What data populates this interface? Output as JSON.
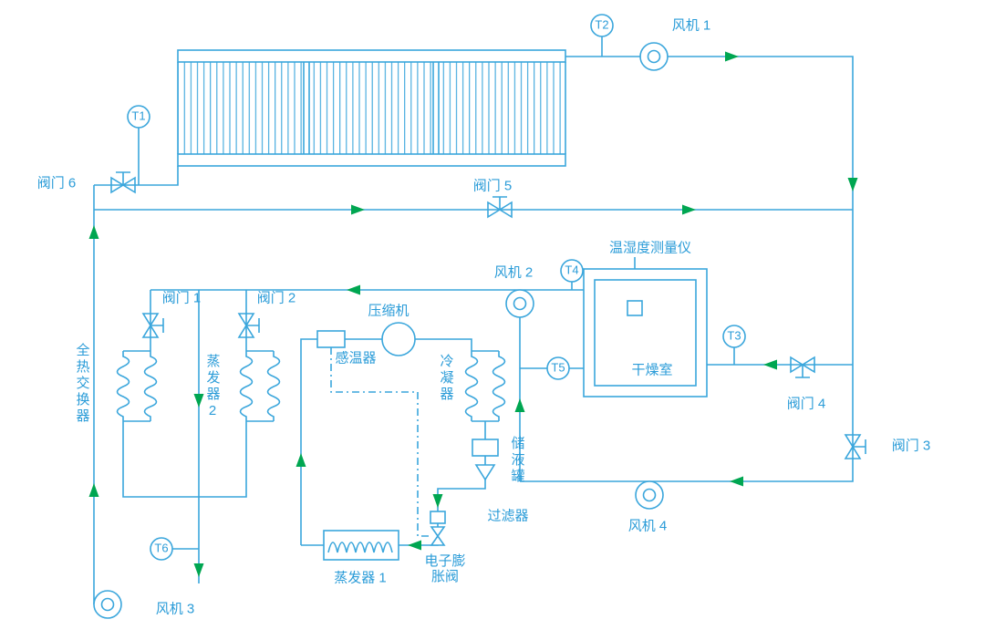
{
  "colors": {
    "line": "#3aa6dc",
    "text": "#2b9cd8",
    "arrow": "#00a651",
    "background": "#ffffff"
  },
  "labels": {
    "t1": "T1",
    "t2": "T2",
    "t3": "T3",
    "t4": "T4",
    "t5": "T5",
    "t6": "T6",
    "fan1": "风机 1",
    "fan2": "风机 2",
    "fan3": "风机 3",
    "fan4": "风机 4",
    "valve1": "阀门 1",
    "valve2": "阀门 2",
    "valve3": "阀门 3",
    "valve4": "阀门 4",
    "valve5": "阀门 5",
    "valve6": "阀门 6",
    "compressor": "压缩机",
    "temp_bulb": "感温器",
    "condenser": "冷凝器",
    "evaporator1": "蒸发器 1",
    "evaporator2": "蒸发器2",
    "heat_exchanger": "全热交换器",
    "drying_room": "干燥室",
    "hygrometer": "温湿度测量仪",
    "receiver": "储液罐",
    "filter": "过滤器",
    "expansion_valve": "电子膨胀阀"
  }
}
